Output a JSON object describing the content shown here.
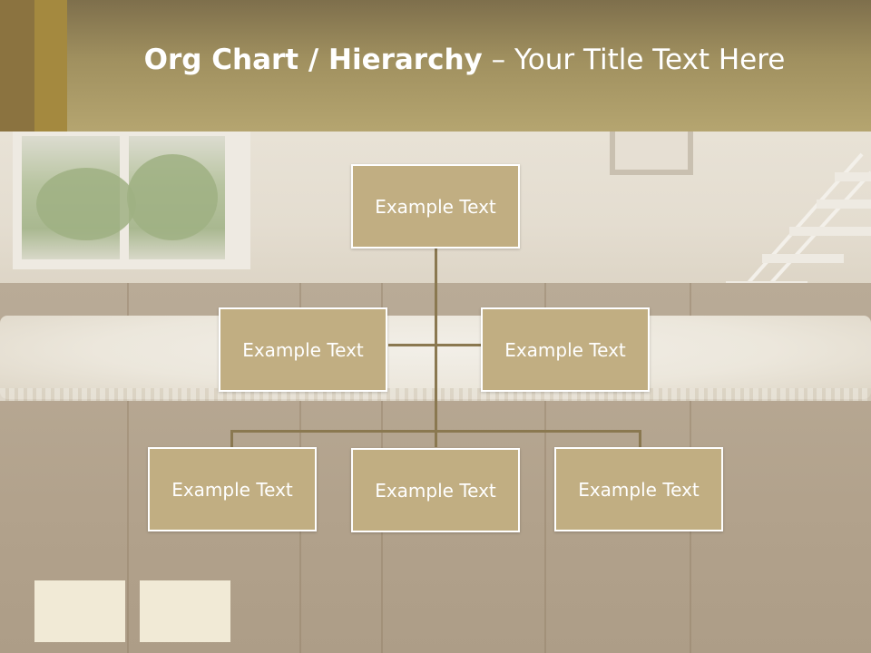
{
  "slide": {
    "title_bold": "Org Chart / Hierarchy",
    "title_dash": " – ",
    "title_light": "Your Title Text Here"
  },
  "colors": {
    "title_bar": "#b5a570",
    "node_fill": "#c1ae82",
    "node_border": "#ffffff",
    "connector": "#8a7850"
  },
  "org_chart": {
    "root": {
      "label": "Example Text"
    },
    "assistants": [
      {
        "label": "Example Text"
      },
      {
        "label": "Example Text"
      }
    ],
    "children": [
      {
        "label": "Example Text"
      },
      {
        "label": "Example Text"
      },
      {
        "label": "Example Text"
      }
    ]
  }
}
